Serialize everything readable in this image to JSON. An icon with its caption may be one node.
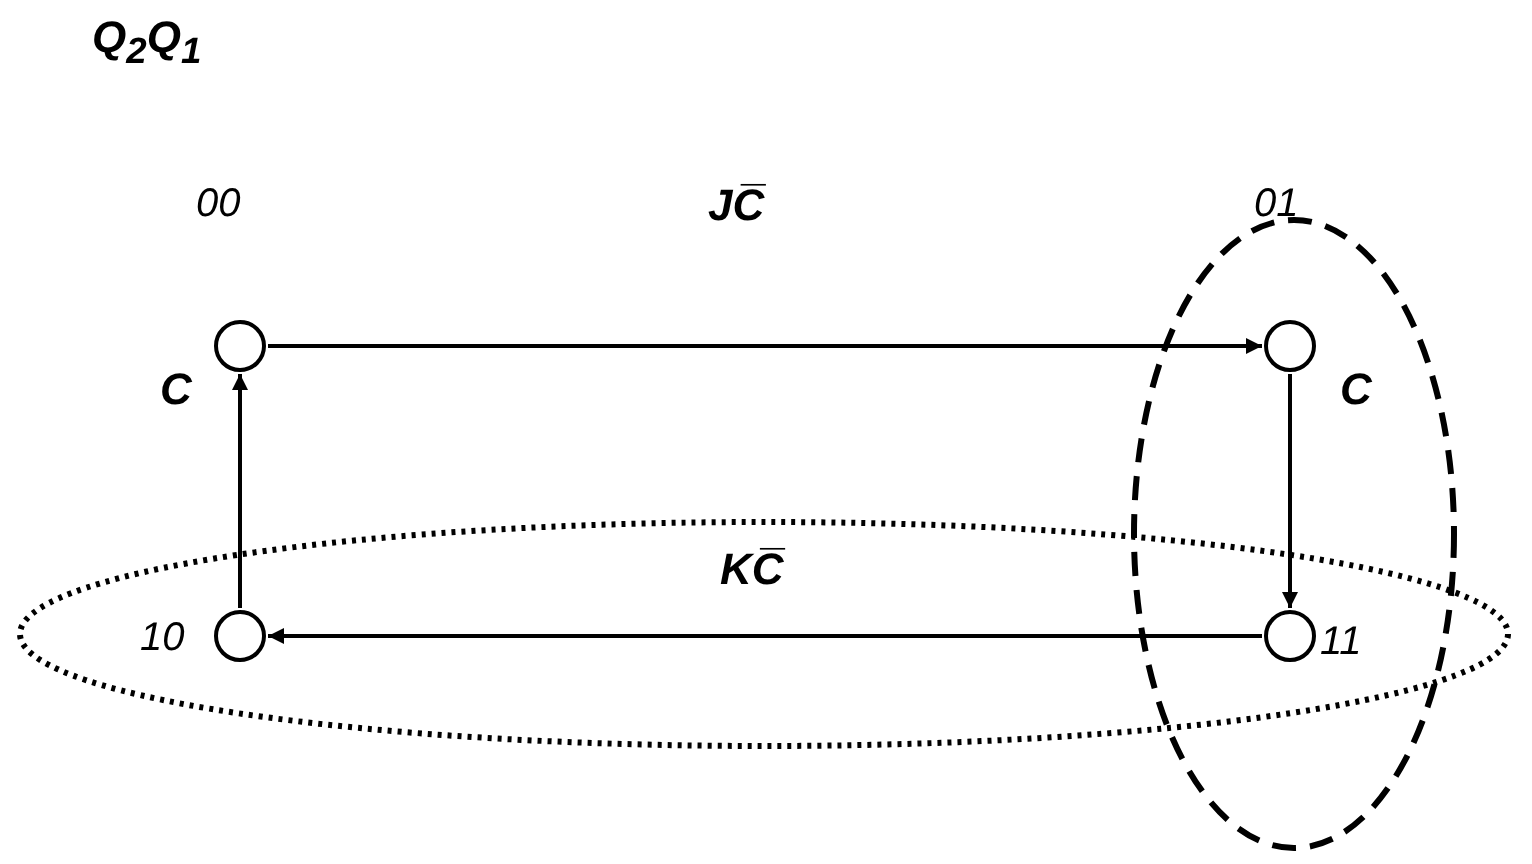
{
  "diagram": {
    "nodes": [
      {
        "text": [],
        "shape": "circle",
        "beside": [
          "00"
        ]
      },
      {
        "text": [],
        "shape": "circle",
        "beside": [
          "01"
        ]
      },
      {
        "text": [],
        "shape": "circle",
        "beside": [
          "10"
        ]
      },
      {
        "text": [],
        "shape": "circle",
        "beside": [
          "11"
        ]
      }
    ],
    "edges": [
      {
        "from": 0,
        "to": 1,
        "arrow": "to",
        "label": "JC̅"
      },
      {
        "from": 1,
        "to": 3,
        "arrow": "to",
        "label": "C"
      },
      {
        "from": 3,
        "to": 2,
        "arrow": "to",
        "label": "KC̅"
      },
      {
        "from": 2,
        "to": 0,
        "arrow": "to",
        "label": "C"
      }
    ],
    "labels": [
      "Q$_{2}$Q$_{1}$"
    ]
  }
}
